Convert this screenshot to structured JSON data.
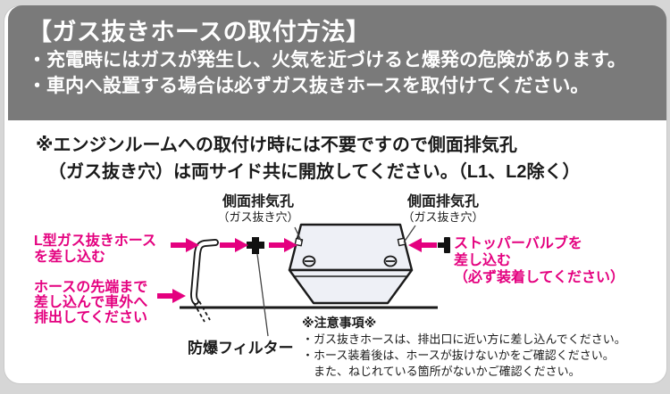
{
  "colors": {
    "header_bg": "#7a7a7a",
    "magenta": "#e4007f",
    "battery_fill": "#eef0f6",
    "outline": "#1a1a1a",
    "page_bg": "#d6d6d6"
  },
  "header": {
    "title": "【ガス抜きホースの取付方法】",
    "bullets": [
      "・充電時にはガスが発生し、火気を近づけると爆発の危険があります。",
      "・車内へ設置する場合は必ずガス抜きホースを取付けてください。"
    ]
  },
  "note": {
    "line1": "※エンジンルームへの取付け時には不要ですので側面排気孔",
    "line2": "（ガス抜き穴）は両サイド共に開放してください。（L1、L2除く）"
  },
  "diagram": {
    "vent_left": {
      "title": "側面排気孔",
      "sub": "（ガス抜き穴）"
    },
    "vent_right": {
      "title": "側面排気孔",
      "sub": "（ガス抜き穴）"
    },
    "hose_insert": [
      "L型ガス抜きホース",
      "を差し込む"
    ],
    "hose_tip": [
      "ホースの先端まで",
      "差し込んで車外へ",
      "排出してください"
    ],
    "stopper": [
      "ストッパーバルブを",
      "差し込む",
      "（必ず装着してください）"
    ],
    "filter_label": "防爆フィルター"
  },
  "cautions": {
    "title": "※注意事項※",
    "lines": [
      "・ガス抜きホースは、排出口に近い方に差し込んでください。",
      "・ホース装着後は、ホースが抜けないかをご確認ください。",
      "また、ねじれている箇所がないかご確認ください。"
    ]
  }
}
